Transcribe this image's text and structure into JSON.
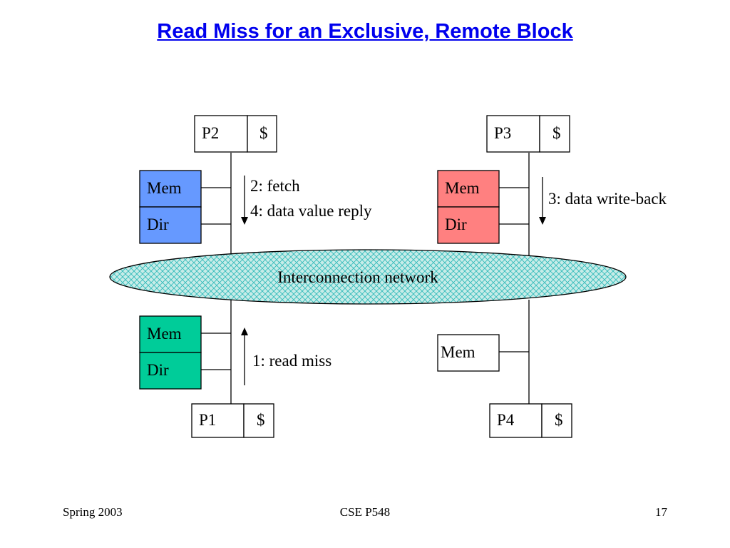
{
  "slide": {
    "title": "Read Miss for an Exclusive, Remote Block"
  },
  "diagram": {
    "nodes": {
      "p2": {
        "proc": "P2",
        "cache": "$"
      },
      "p3": {
        "proc": "P3",
        "cache": "$"
      },
      "p1": {
        "proc": "P1",
        "cache": "$"
      },
      "p4": {
        "proc": "P4",
        "cache": "$"
      }
    },
    "memdir": {
      "p2": {
        "mem": "Mem",
        "dir": "Dir",
        "color": "#6699ff"
      },
      "p3": {
        "mem": "Mem",
        "dir": "Dir",
        "color": "#ff8080"
      },
      "p1": {
        "mem": "Mem",
        "dir": "Dir",
        "color": "#00cc99"
      },
      "p4": {
        "mem": "Mem"
      }
    },
    "network": {
      "label": "Interconnection network",
      "fill": "#c8ece8",
      "hatch": "#33bbbb"
    },
    "messages": {
      "fetch": "2: fetch",
      "reply": "4: data value reply",
      "writeback": "3: data write-back",
      "readmiss": "1: read miss"
    }
  },
  "footer": {
    "left": "Spring 2003",
    "center": "CSE P548",
    "right": "17"
  }
}
